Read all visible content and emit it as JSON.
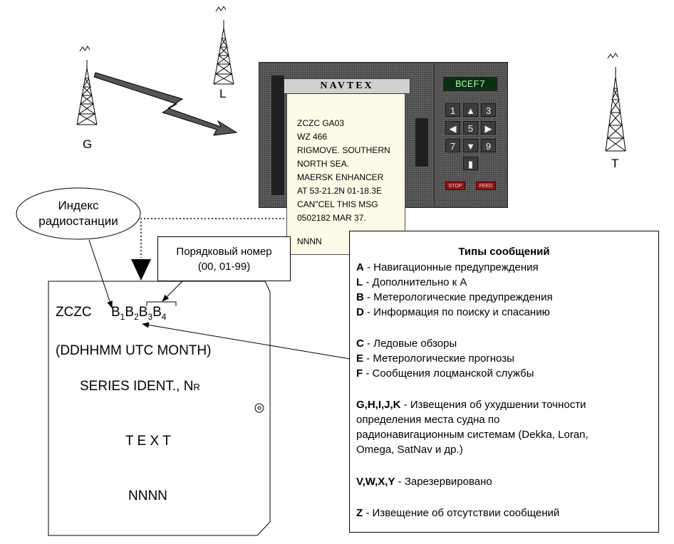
{
  "towers": {
    "g": "G",
    "l": "L",
    "t": "T"
  },
  "receiver": {
    "brand": "NAVTEX",
    "display": "BCEF7",
    "keys": [
      "1",
      "▲",
      "3",
      "◀",
      "5",
      "▶",
      "7",
      "▼",
      "9",
      "▮"
    ],
    "buttons": [
      "STOP",
      "FEED"
    ],
    "paper_lines": [
      "ZCZC GA03",
      "WZ 466",
      "RIGMOVE. SOUTHERN",
      "NORTH SEA.",
      "MAERSK ENHANCER",
      "AT 53-21.2N 01-18.3E",
      "CAN\"CEL THIS MSG",
      "0502182 MAR 37.",
      "",
      "NNNN"
    ]
  },
  "index_label": {
    "line1": "Индекс",
    "line2": "радиостанции"
  },
  "sequence_label": {
    "line1": "Порядковый номер",
    "line2": "(00, 01-99)"
  },
  "template": {
    "zczc": "ZCZC",
    "b1": "B",
    "s1": "1",
    "b2": "B",
    "s2": "2",
    "b3": "B",
    "s3": "3",
    "b4": "B",
    "s4": "4",
    "date_line": "(DDHHMM  UTC  MONTH)",
    "series_line": "SERIES IDENT., N",
    "series_sub": "R",
    "text_line": "T E X T",
    "end_line": "NNNN"
  },
  "types": {
    "title": "Типы сообщений",
    "rows": [
      {
        "code": "A",
        "desc": " - Навигационные предупреждения"
      },
      {
        "code": "L",
        "desc": " -  Дополнительно к А"
      },
      {
        "code": "B",
        "desc": " - Метерологические предупреждения"
      },
      {
        "code": "D",
        "desc": " - Информация по поиску и спасанию"
      },
      {
        "code": "C",
        "desc": " - Ледовые обзоры"
      },
      {
        "code": "E",
        "desc": " - Метерологические прогнозы"
      },
      {
        "code": "F",
        "desc": " - Сообщения лоцманской службы"
      },
      {
        "code": "G,H,I,J,K",
        "desc": " - Извещения об ухудшении точности"
      },
      {
        "code": "",
        "desc": "определения места судна по"
      },
      {
        "code": "",
        "desc": "радионавигационным системам (Dekka, Loran,"
      },
      {
        "code": "",
        "desc": "Omega, SatNav и др.)"
      },
      {
        "code": "V,W,X,Y",
        "desc": " - Зарезервировано"
      },
      {
        "code": "Z",
        "desc": " - Извещение об отсутствии сообщений"
      }
    ]
  }
}
